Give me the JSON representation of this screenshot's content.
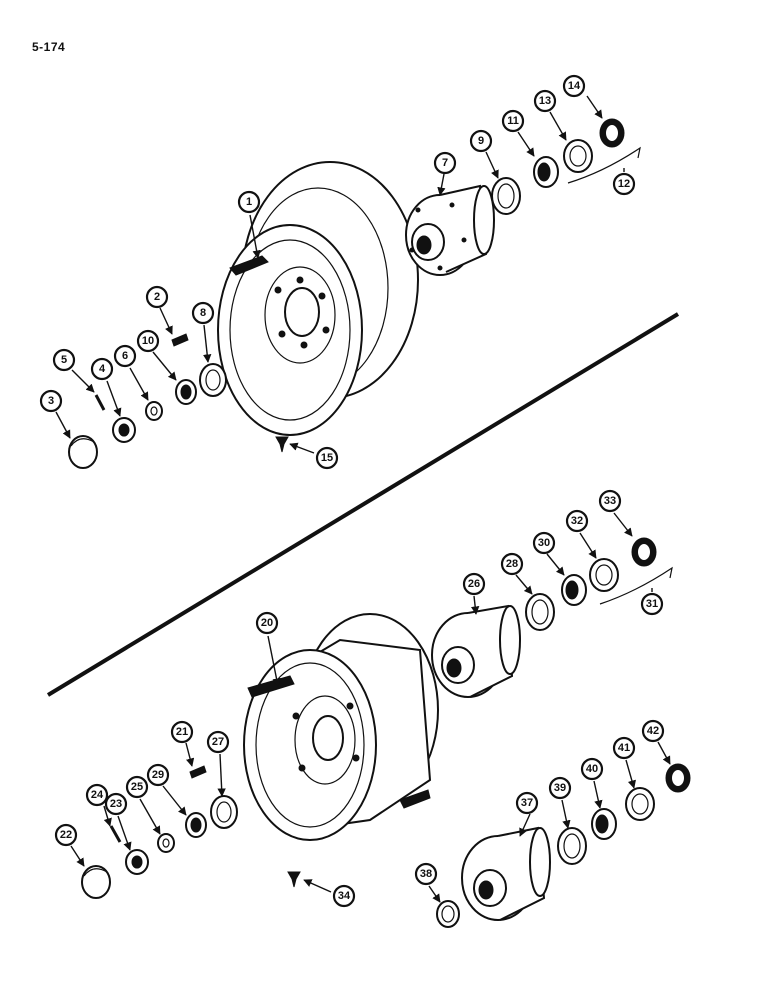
{
  "page_code": "5-174",
  "callouts": [
    "1",
    "2",
    "3",
    "4",
    "5",
    "6",
    "7",
    "8",
    "9",
    "10",
    "11",
    "12",
    "13",
    "14",
    "15",
    "20",
    "21",
    "22",
    "23",
    "24",
    "25",
    "26",
    "27",
    "28",
    "29",
    "30",
    "31",
    "32",
    "33",
    "34",
    "37",
    "38",
    "39",
    "40",
    "41",
    "42"
  ]
}
